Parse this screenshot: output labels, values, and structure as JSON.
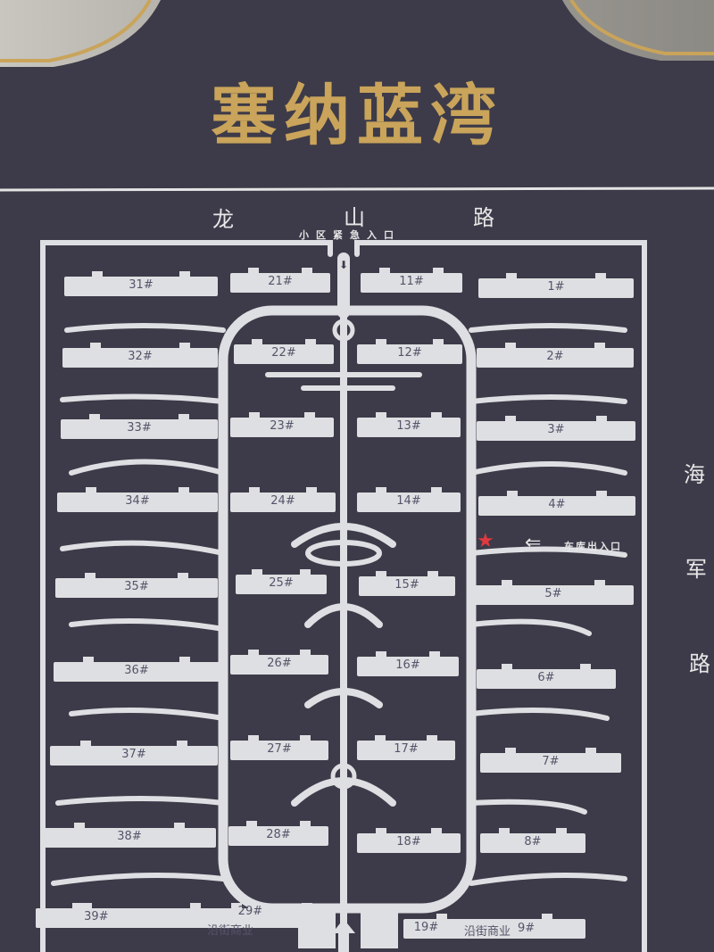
{
  "title": "塞纳蓝湾",
  "roads": {
    "north": [
      "龙",
      "山",
      "路"
    ],
    "east": [
      "海",
      "军",
      "路"
    ]
  },
  "entrances": {
    "emergency": "小区紧急入口",
    "garage": "车库出入口"
  },
  "buildings": {
    "left": [
      "31#",
      "32#",
      "33#",
      "34#",
      "35#",
      "36#",
      "37#",
      "38#",
      "39#"
    ],
    "center_left": [
      "21#",
      "22#",
      "23#",
      "24#",
      "25#",
      "26#",
      "27#",
      "28#",
      "29#"
    ],
    "center_right": [
      "11#",
      "12#",
      "13#",
      "14#",
      "15#",
      "16#",
      "17#",
      "18#",
      "19#"
    ],
    "right": [
      "1#",
      "2#",
      "3#",
      "4#",
      "5#",
      "6#",
      "7#",
      "8#",
      "9#"
    ]
  },
  "street_shops": [
    "沿街商业",
    "沿街商业"
  ],
  "colors": {
    "background": "#3d3b49",
    "road": "#dedfe2",
    "title": "#c9a45a",
    "star": "#e0393f"
  },
  "markers": {
    "you_are_here": "star-icon"
  }
}
